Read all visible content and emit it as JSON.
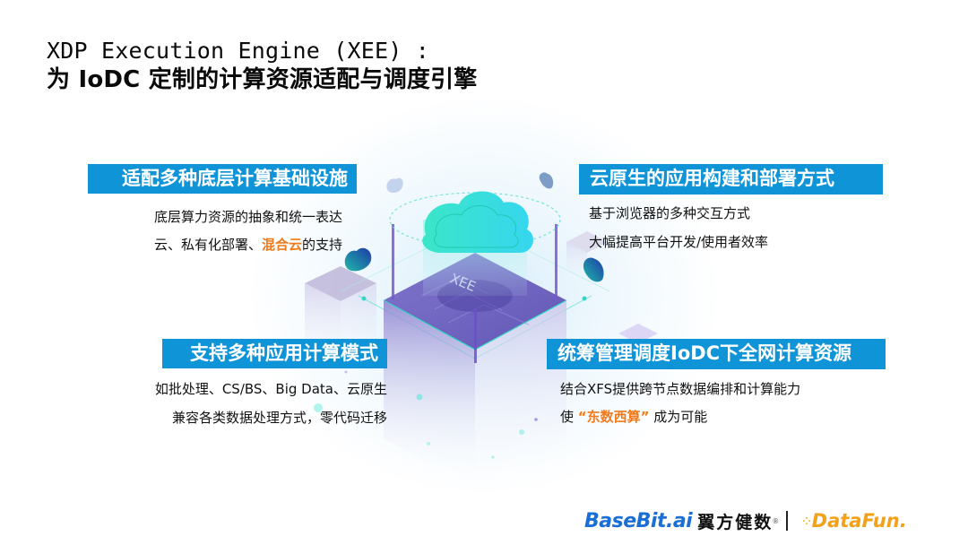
{
  "title": {
    "line1": "XDP Execution Engine (XEE) :",
    "line2": "为 IoDC 定制的计算资源适配与调度引擎"
  },
  "illustration": {
    "center_label": "XEE",
    "colors": {
      "cloud": "#3de3d8",
      "cube_top": "#6f5fc0",
      "cube_side": "#b6b0e2",
      "accent_line": "#36d7c4"
    }
  },
  "features": [
    {
      "heading": "适配多种底层计算基础设施",
      "lines": [
        {
          "text": "底层算力资源的抽象和统一表达"
        },
        {
          "pre": "云、私有化部署、",
          "highlight": "混合云",
          "post": "的支持"
        }
      ]
    },
    {
      "heading": "云原生的应用构建和部署方式",
      "lines": [
        {
          "text": "基于浏览器的多种交互方式"
        },
        {
          "text": "大幅提高平台开发/使用者效率"
        }
      ]
    },
    {
      "heading": "支持多种应用计算模式",
      "lines": [
        {
          "text": "如批处理、CS/BS、Big Data、云原生"
        },
        {
          "text": "兼容各类数据处理方式，零代码迁移"
        }
      ]
    },
    {
      "heading": "统筹管理调度IoDC下全网计算资源",
      "lines": [
        {
          "text": "结合XFS提供跨节点数据编排和计算能力"
        },
        {
          "pre": "使 ",
          "highlight": "“东数西算”",
          "post": " 成为可能"
        }
      ]
    }
  ],
  "colors": {
    "banner": "#1094d8",
    "highlight": "#f07a1c"
  },
  "footer": {
    "basebit_main": "BaseBit",
    "basebit_ai": ".ai",
    "basebit_cn": "翼方健数",
    "registered": "®",
    "datafun_dots": "⁘",
    "datafun": "DataFun."
  }
}
